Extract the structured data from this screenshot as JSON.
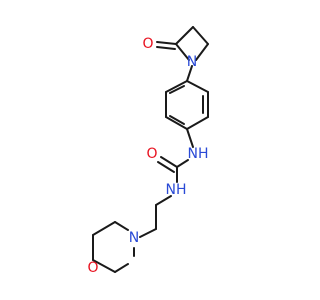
{
  "molecule": {
    "colors": {
      "bond": "#1a1a1a",
      "oxygen": "#e8111f",
      "nitrogen": "#2a4ad6"
    },
    "atoms": {
      "o_lactam": "O",
      "n_lactam": "N",
      "nh_aryl": "NH",
      "o_urea": "O",
      "nh_chain": "NH",
      "n_morpholine": "N",
      "o_morpholine": "O"
    }
  }
}
